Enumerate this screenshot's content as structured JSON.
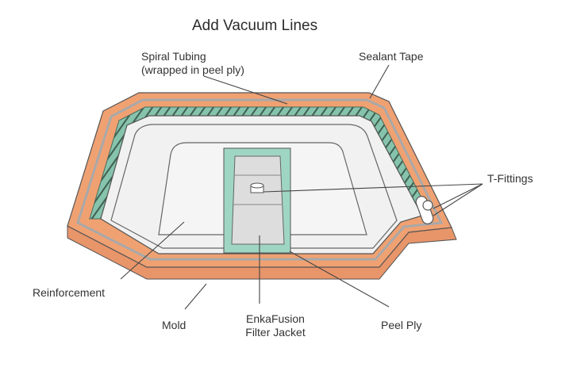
{
  "title": "Add Vacuum Lines",
  "labels": {
    "spiral_tubing_1": "Spiral Tubing",
    "spiral_tubing_2": "(wrapped in peel ply)",
    "sealant_tape": "Sealant Tape",
    "t_fittings": "T-Fittings",
    "reinforcement": "Reinforcement",
    "mold": "Mold",
    "enkafusion_1": "EnkaFusion",
    "enkafusion_2": "Filter Jacket",
    "peel_ply": "Peel Ply"
  },
  "colors": {
    "mold_orange": "#f0a172",
    "sealant_outline": "#b88560",
    "tubing_green": "#86c3ac",
    "tubing_dark": "#4a6b5c",
    "surface": "#f0f1f0",
    "filter_green": "#9fd6c3",
    "filter_gray": "#dcdddc",
    "outline": "#555555"
  }
}
